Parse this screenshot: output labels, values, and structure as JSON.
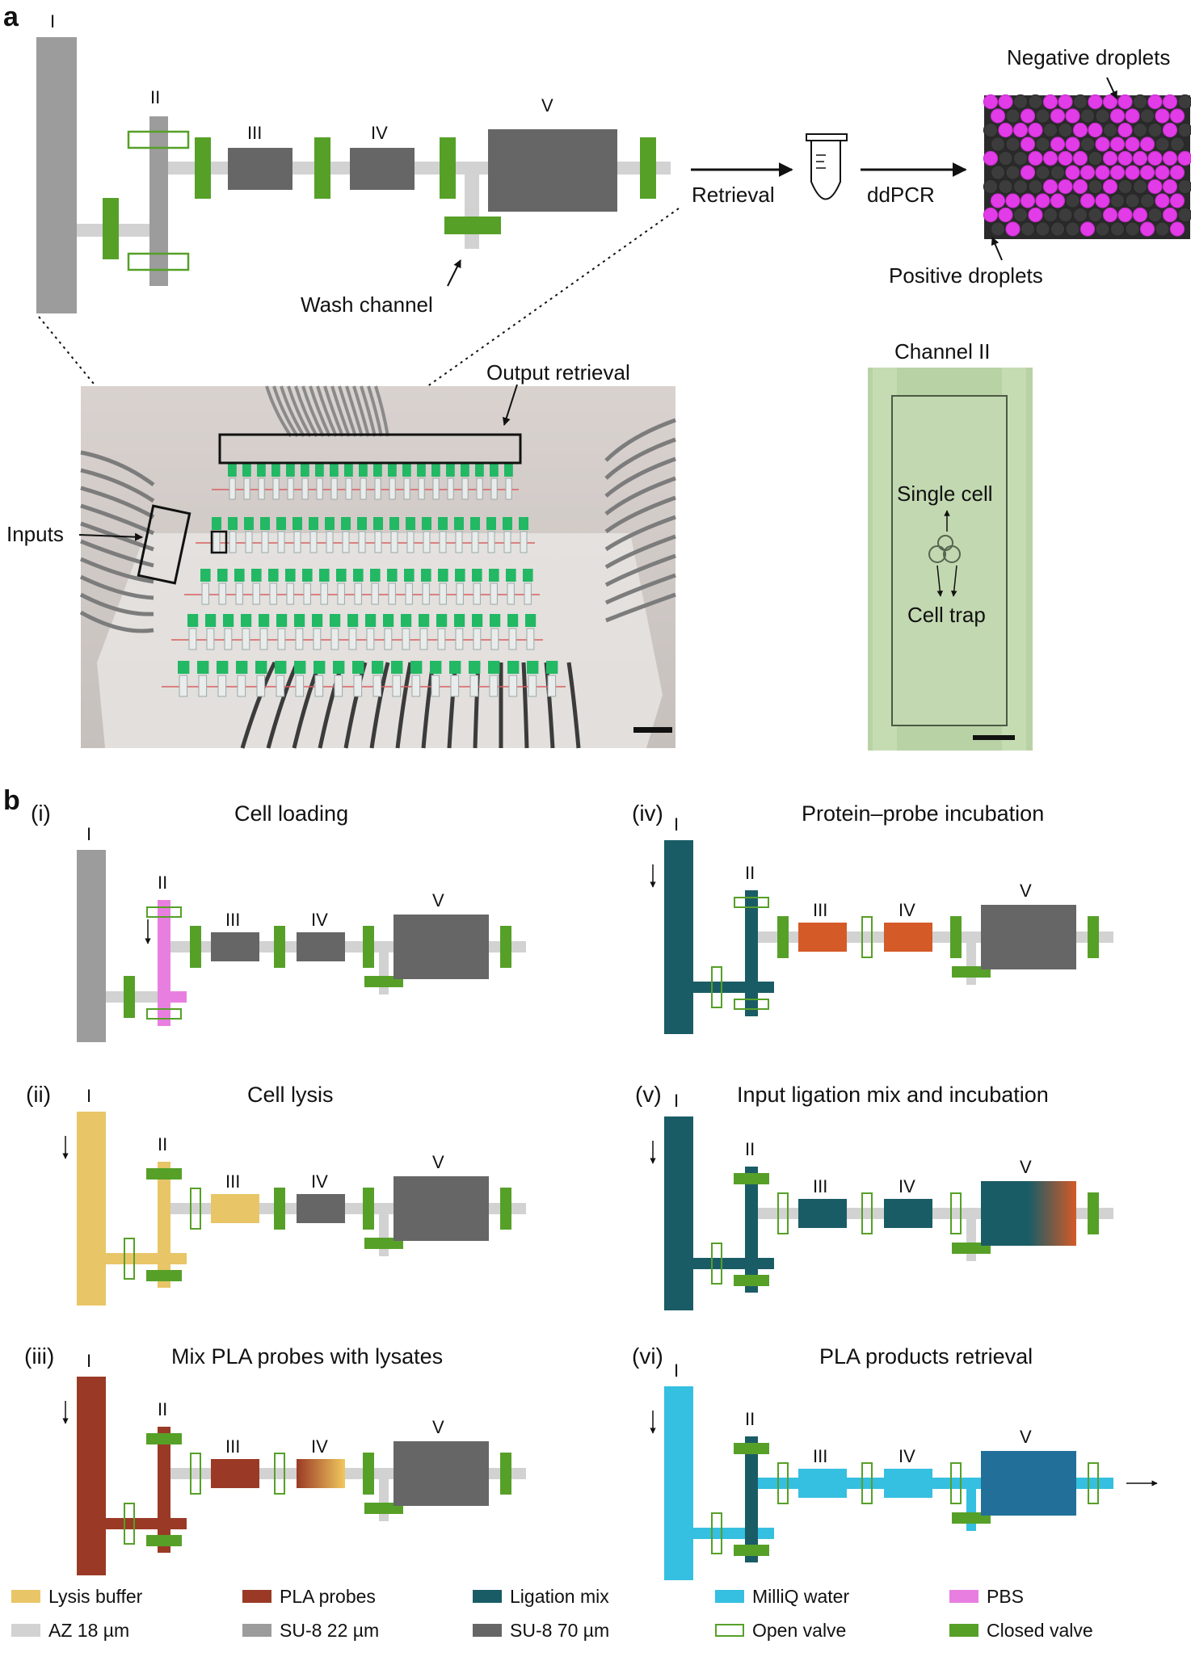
{
  "panel_a": {
    "letter": "a",
    "roman": [
      "I",
      "II",
      "III",
      "IV",
      "V"
    ],
    "wash_channel": "Wash channel",
    "retrieval": "Retrieval",
    "ddpcr": "ddPCR",
    "negative_droplets": "Negative droplets",
    "positive_droplets": "Positive droplets",
    "output_retrieval": "Output retrieval",
    "inputs": "Inputs",
    "channel_ii": "Channel II",
    "single_cell": "Single cell",
    "cell_trap": "Cell trap"
  },
  "panel_b": {
    "letter": "b",
    "steps": [
      {
        "num": "(i)",
        "title": "Cell loading"
      },
      {
        "num": "(ii)",
        "title": "Cell lysis"
      },
      {
        "num": "(iii)",
        "title": "Mix PLA probes with lysates"
      },
      {
        "num": "(iv)",
        "title": "Protein–probe incubation"
      },
      {
        "num": "(v)",
        "title": "Input ligation mix and incubation"
      },
      {
        "num": "(vi)",
        "title": "PLA products retrieval"
      }
    ]
  },
  "legend": [
    {
      "label": "Lysis buffer",
      "color": "#e8c567",
      "style": "fill"
    },
    {
      "label": "PLA probes",
      "color": "#9a3a26",
      "style": "fill"
    },
    {
      "label": "Ligation mix",
      "color": "#1a5c66",
      "style": "fill"
    },
    {
      "label": "MilliQ water",
      "color": "#35bfe0",
      "style": "fill"
    },
    {
      "label": "PBS",
      "color": "#e87fe0",
      "style": "fill"
    },
    {
      "label": "AZ 18 µm",
      "color": "#d2d2d2",
      "style": "fill"
    },
    {
      "label": "SU-8 22 µm",
      "color": "#9c9c9c",
      "style": "fill"
    },
    {
      "label": "SU-8 70 µm",
      "color": "#666666",
      "style": "fill"
    },
    {
      "label": "Open valve",
      "color": "#56a028",
      "style": "outline"
    },
    {
      "label": "Closed valve",
      "color": "#56a028",
      "style": "fill"
    }
  ],
  "colors": {
    "az": "#d2d2d2",
    "su8_22": "#9c9c9c",
    "su8_70": "#666666",
    "valve": "#56a028",
    "lysis": "#e8c567",
    "pla": "#9a3a26",
    "ligation": "#1a5c66",
    "water": "#35bfe0",
    "water_dark": "#22709a",
    "pbs": "#e87fe0",
    "ligation_orange": "#d45a28",
    "magenta": "#e23be8"
  }
}
